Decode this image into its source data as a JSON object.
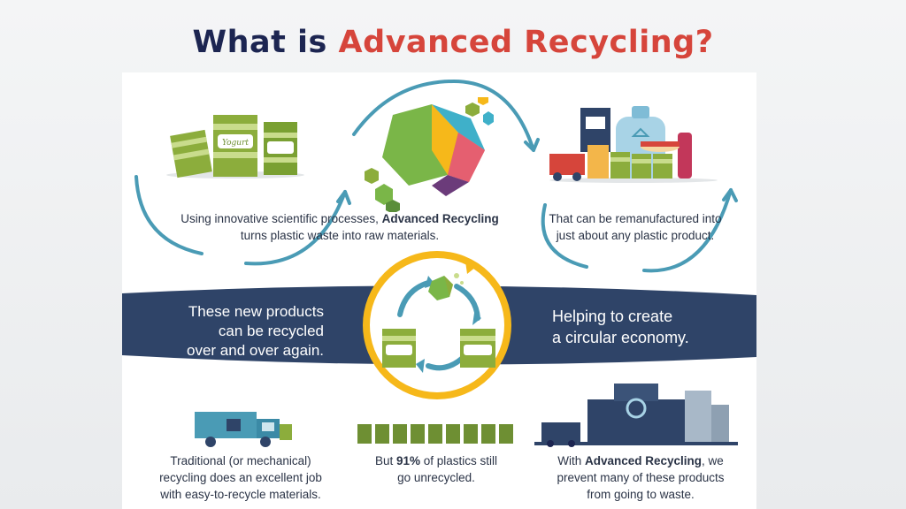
{
  "title": {
    "prefix": "What is ",
    "highlight": "Advanced Recycling?"
  },
  "steps": {
    "step1": {
      "text_before": "Using innovative scientific processes, ",
      "text_bold": "Advanced Recycling",
      "text_after": "turns plastic waste into raw materials."
    },
    "step2": {
      "line1": "That can be remanufactured into",
      "line2": "just about any plastic product."
    }
  },
  "band": {
    "left": [
      "These new products",
      "can be recycled",
      "over and over again."
    ],
    "right": [
      "Helping to create",
      "a circular economy."
    ]
  },
  "bottom": {
    "left": [
      "Traditional (or mechanical)",
      "recycling does an excellent job",
      "with easy-to-recycle materials."
    ],
    "middle": {
      "before": "But ",
      "bold": "91%",
      "after": " of plastics still",
      "line2": "go unrecycled."
    },
    "right": {
      "before": "With ",
      "bold": "Advanced Recycling",
      "after": ", we",
      "line2": "prevent many of these products",
      "line3": "from going to waste."
    }
  },
  "icons": {
    "yogurt_label": "Yogurt"
  },
  "colors": {
    "title_dark": "#1c2551",
    "title_accent": "#d6453b",
    "band_navy": "#2f4468",
    "arrow_teal": "#4a9bb5",
    "ring_yellow": "#f6b81a",
    "cup_green": "#8cad3c",
    "bin_green": "#6e8f33"
  }
}
